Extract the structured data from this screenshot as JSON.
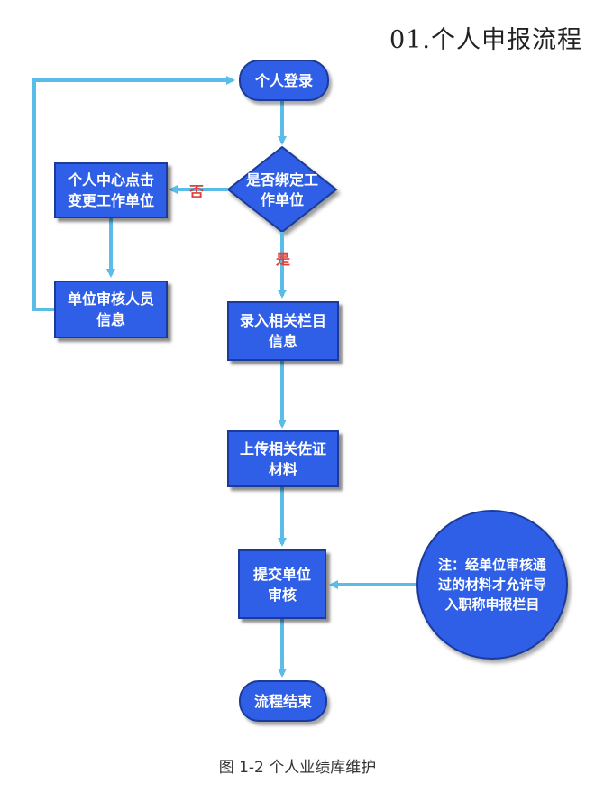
{
  "title": "01.个人申报流程",
  "diagram": {
    "nodes": {
      "login": "个人登录",
      "decision": "是否绑定工作单位",
      "change_unit": "个人中心点击变更工作单位",
      "review_info": "单位审核人员信息",
      "enter_info": "录入相关栏目信息",
      "upload": "上传相关佐证材料",
      "submit": "提交单位审核",
      "end": "流程结束",
      "note": "注：经单位审核通过的材料才允许导入职称申报栏目"
    },
    "edge_labels": {
      "no": "否",
      "yes": "是"
    }
  },
  "caption": "图 1-2 个人业绩库维护",
  "colors": {
    "node_fill": "#2f5fe6",
    "node_border": "#1b3a9a",
    "arrow": "#5bbce8",
    "label_red": "#e0403a"
  }
}
